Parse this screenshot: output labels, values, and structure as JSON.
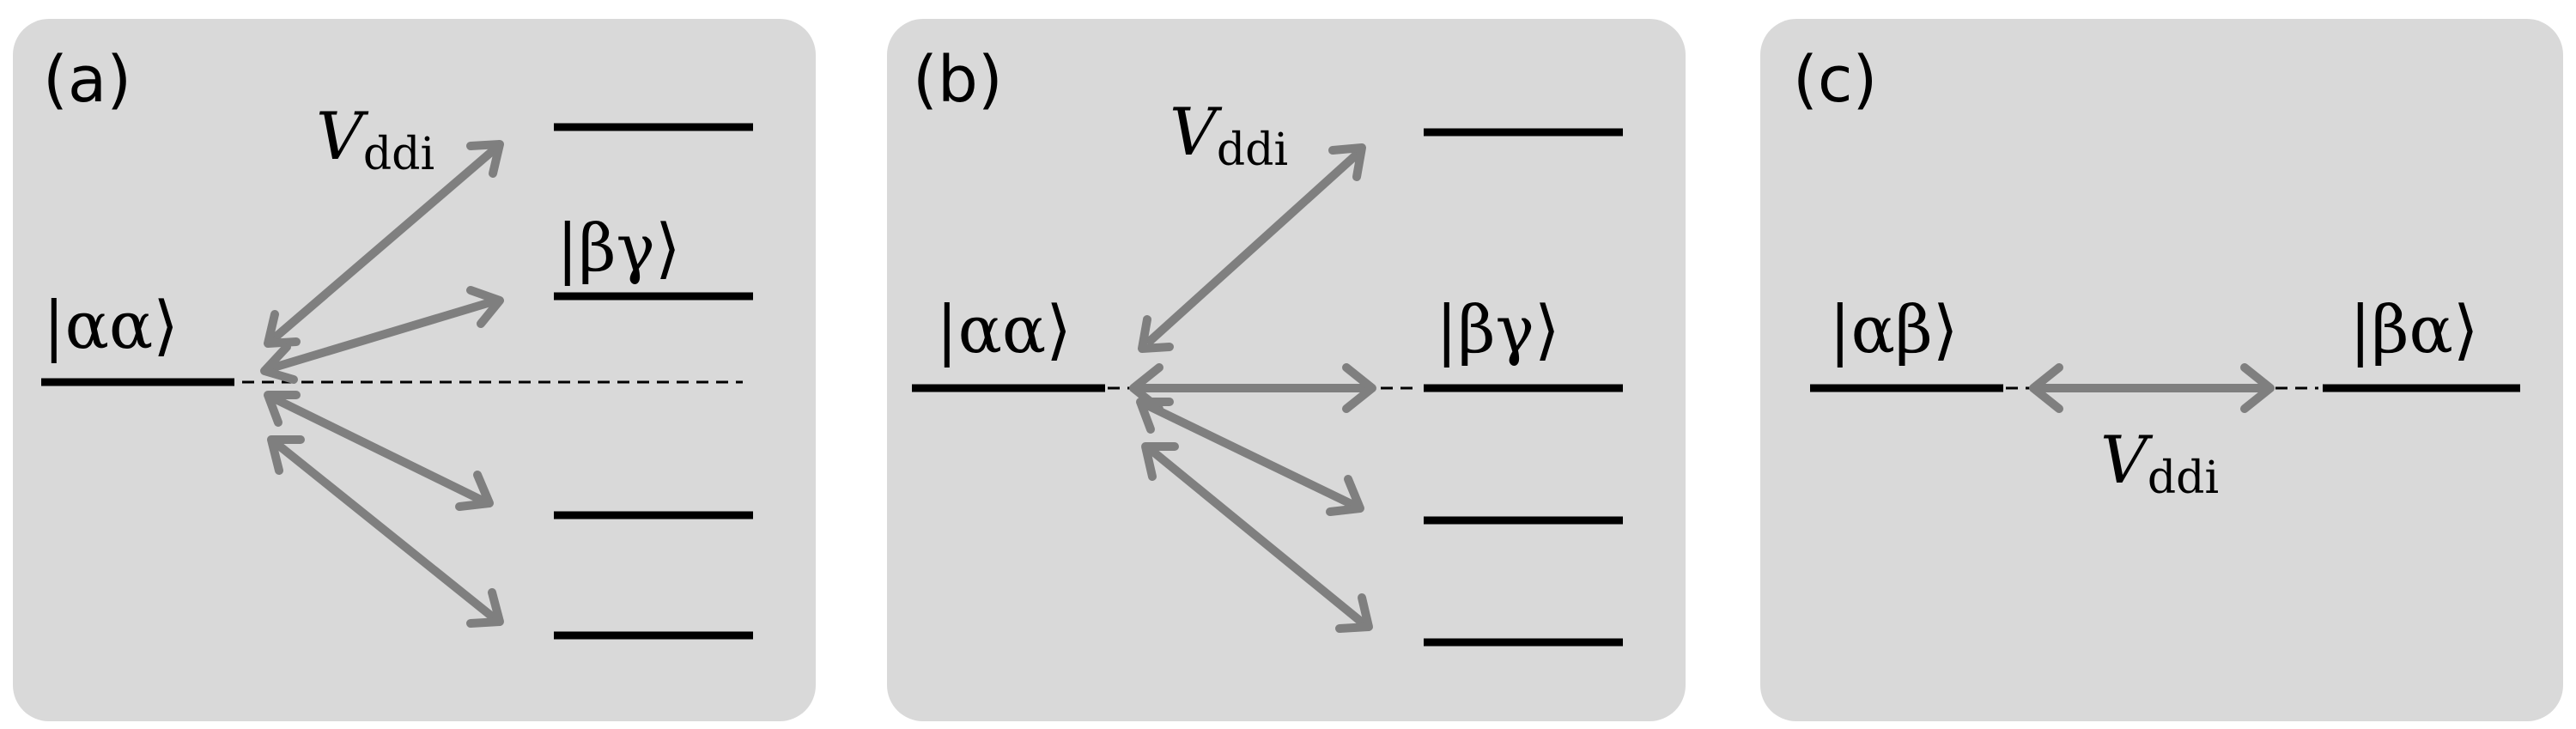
{
  "panels": [
    {
      "label": "(a)",
      "state_left": "|αα⟩",
      "state_right": "|βγ⟩",
      "coupling": {
        "symbol": "V",
        "subscript": "ddi"
      }
    },
    {
      "label": "(b)",
      "state_left": "|αα⟩",
      "state_right": "|βγ⟩",
      "coupling": {
        "symbol": "V",
        "subscript": "ddi"
      }
    },
    {
      "label": "(c)",
      "state_left": "|αβ⟩",
      "state_right": "|βα⟩",
      "coupling": {
        "symbol": "V",
        "subscript": "ddi"
      }
    }
  ],
  "colors": {
    "panel_background": "#d9d9d9",
    "energy_level": "#000000",
    "arrow": "#7f7f7f"
  }
}
